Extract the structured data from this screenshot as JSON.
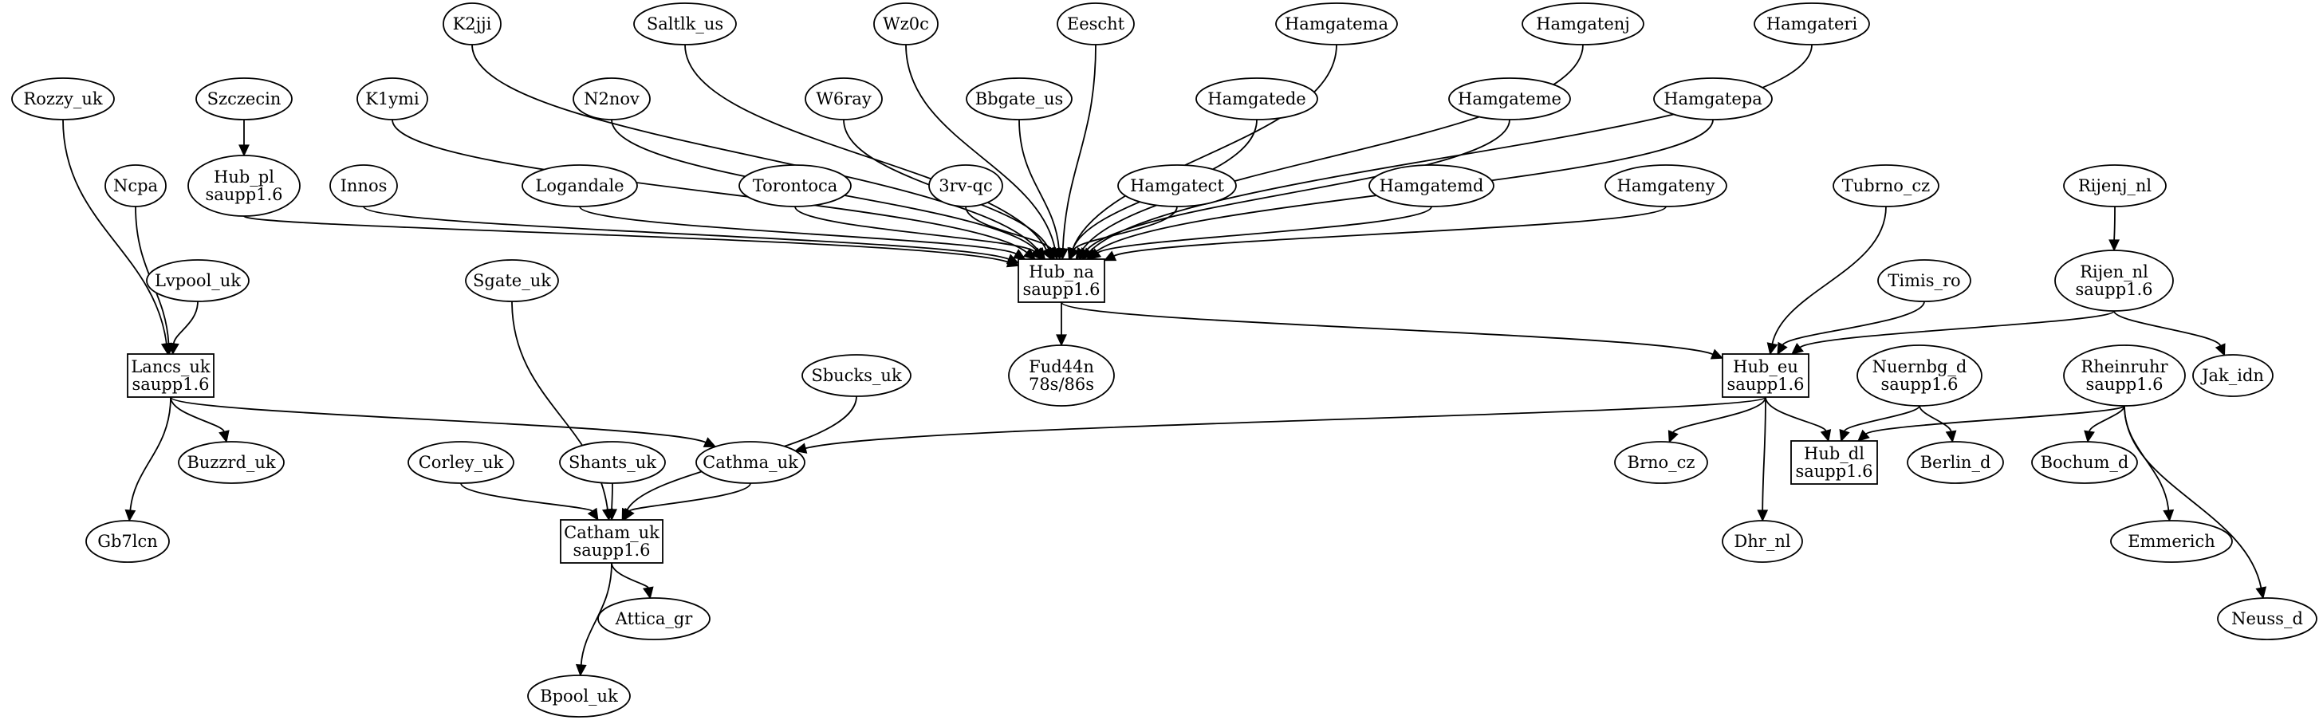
{
  "diagram": {
    "nodes": [
      {
        "id": "K2jji",
        "lines": [
          "K2jji"
        ],
        "shape": "ellipse"
      },
      {
        "id": "Saltlk_us",
        "lines": [
          "Saltlk_us"
        ],
        "shape": "ellipse"
      },
      {
        "id": "Wz0c",
        "lines": [
          "Wz0c"
        ],
        "shape": "ellipse"
      },
      {
        "id": "Eescht",
        "lines": [
          "Eescht"
        ],
        "shape": "ellipse"
      },
      {
        "id": "Hamgatema",
        "lines": [
          "Hamgatema"
        ],
        "shape": "ellipse"
      },
      {
        "id": "Hamgatenj",
        "lines": [
          "Hamgatenj"
        ],
        "shape": "ellipse"
      },
      {
        "id": "Hamgateri",
        "lines": [
          "Hamgateri"
        ],
        "shape": "ellipse"
      },
      {
        "id": "Rozzy_uk",
        "lines": [
          "Rozzy_uk"
        ],
        "shape": "ellipse"
      },
      {
        "id": "Szczecin",
        "lines": [
          "Szczecin"
        ],
        "shape": "ellipse"
      },
      {
        "id": "K1ymi",
        "lines": [
          "K1ymi"
        ],
        "shape": "ellipse"
      },
      {
        "id": "N2nov",
        "lines": [
          "N2nov"
        ],
        "shape": "ellipse"
      },
      {
        "id": "W6ray",
        "lines": [
          "W6ray"
        ],
        "shape": "ellipse"
      },
      {
        "id": "Bbgate_us",
        "lines": [
          "Bbgate_us"
        ],
        "shape": "ellipse"
      },
      {
        "id": "Hamgatede",
        "lines": [
          "Hamgatede"
        ],
        "shape": "ellipse"
      },
      {
        "id": "Hamgateme",
        "lines": [
          "Hamgateme"
        ],
        "shape": "ellipse"
      },
      {
        "id": "Hamgatepa",
        "lines": [
          "Hamgatepa"
        ],
        "shape": "ellipse"
      },
      {
        "id": "Ncpa",
        "lines": [
          "Ncpa"
        ],
        "shape": "ellipse"
      },
      {
        "id": "Hub_pl",
        "lines": [
          "Hub_pl",
          "saupp1.6"
        ],
        "shape": "ellipse"
      },
      {
        "id": "Innos",
        "lines": [
          "Innos"
        ],
        "shape": "ellipse"
      },
      {
        "id": "Logandale",
        "lines": [
          "Logandale"
        ],
        "shape": "ellipse"
      },
      {
        "id": "Torontoca",
        "lines": [
          "Torontoca"
        ],
        "shape": "ellipse"
      },
      {
        "id": "3rv-qc",
        "lines": [
          "3rv-qc"
        ],
        "shape": "ellipse"
      },
      {
        "id": "Hamgatect",
        "lines": [
          "Hamgatect"
        ],
        "shape": "ellipse"
      },
      {
        "id": "Hamgatemd",
        "lines": [
          "Hamgatemd"
        ],
        "shape": "ellipse"
      },
      {
        "id": "Hamgateny",
        "lines": [
          "Hamgateny"
        ],
        "shape": "ellipse"
      },
      {
        "id": "Tubrno_cz",
        "lines": [
          "Tubrno_cz"
        ],
        "shape": "ellipse"
      },
      {
        "id": "Rijenj_nl",
        "lines": [
          "Rijenj_nl"
        ],
        "shape": "ellipse"
      },
      {
        "id": "Hub_na",
        "lines": [
          "Hub_na",
          "saupp1.6"
        ],
        "shape": "box"
      },
      {
        "id": "Lvpool_uk",
        "lines": [
          "Lvpool_uk"
        ],
        "shape": "ellipse"
      },
      {
        "id": "Sgate_uk",
        "lines": [
          "Sgate_uk"
        ],
        "shape": "ellipse"
      },
      {
        "id": "Timis_ro",
        "lines": [
          "Timis_ro"
        ],
        "shape": "ellipse"
      },
      {
        "id": "Rijen_nl",
        "lines": [
          "Rijen_nl",
          "saupp1.6"
        ],
        "shape": "ellipse"
      },
      {
        "id": "Lancs_uk",
        "lines": [
          "Lancs_uk",
          "saupp1.6"
        ],
        "shape": "box"
      },
      {
        "id": "Fud44n",
        "lines": [
          "Fud44n",
          "78s/86s"
        ],
        "shape": "ellipse"
      },
      {
        "id": "Sbucks_uk",
        "lines": [
          "Sbucks_uk"
        ],
        "shape": "ellipse"
      },
      {
        "id": "Hub_eu",
        "lines": [
          "Hub_eu",
          "saupp1.6"
        ],
        "shape": "box"
      },
      {
        "id": "Nuernbg_d",
        "lines": [
          "Nuernbg_d",
          "saupp1.6"
        ],
        "shape": "ellipse"
      },
      {
        "id": "Rheinruhr",
        "lines": [
          "Rheinruhr",
          "saupp1.6"
        ],
        "shape": "ellipse"
      },
      {
        "id": "Jak_idn",
        "lines": [
          "Jak_idn"
        ],
        "shape": "ellipse"
      },
      {
        "id": "Buzzrd_uk",
        "lines": [
          "Buzzrd_uk"
        ],
        "shape": "ellipse"
      },
      {
        "id": "Corley_uk",
        "lines": [
          "Corley_uk"
        ],
        "shape": "ellipse"
      },
      {
        "id": "Shants_uk",
        "lines": [
          "Shants_uk"
        ],
        "shape": "ellipse"
      },
      {
        "id": "Cathma_uk",
        "lines": [
          "Cathma_uk"
        ],
        "shape": "ellipse"
      },
      {
        "id": "Brno_cz",
        "lines": [
          "Brno_cz"
        ],
        "shape": "ellipse"
      },
      {
        "id": "Hub_dl",
        "lines": [
          "Hub_dl",
          "saupp1.6"
        ],
        "shape": "box"
      },
      {
        "id": "Berlin_d",
        "lines": [
          "Berlin_d"
        ],
        "shape": "ellipse"
      },
      {
        "id": "Bochum_d",
        "lines": [
          "Bochum_d"
        ],
        "shape": "ellipse"
      },
      {
        "id": "Gb7lcn",
        "lines": [
          "Gb7lcn"
        ],
        "shape": "ellipse"
      },
      {
        "id": "Catham_uk",
        "lines": [
          "Catham_uk",
          "saupp1.6"
        ],
        "shape": "box"
      },
      {
        "id": "Dhr_nl",
        "lines": [
          "Dhr_nl"
        ],
        "shape": "ellipse"
      },
      {
        "id": "Emmerich",
        "lines": [
          "Emmerich"
        ],
        "shape": "ellipse"
      },
      {
        "id": "Attica_gr",
        "lines": [
          "Attica_gr"
        ],
        "shape": "ellipse"
      },
      {
        "id": "Neuss_d",
        "lines": [
          "Neuss_d"
        ],
        "shape": "ellipse"
      },
      {
        "id": "Bpool_uk",
        "lines": [
          "Bpool_uk"
        ],
        "shape": "ellipse"
      }
    ],
    "edges": [
      {
        "from": "K2jji",
        "to": "Hub_na"
      },
      {
        "from": "Saltlk_us",
        "to": "Hub_na"
      },
      {
        "from": "Wz0c",
        "to": "Hub_na"
      },
      {
        "from": "Eescht",
        "to": "Hub_na"
      },
      {
        "from": "Hamgatema",
        "to": "Hub_na"
      },
      {
        "from": "Hamgatenj",
        "to": "Hub_na"
      },
      {
        "from": "Hamgateri",
        "to": "Hub_na"
      },
      {
        "from": "K1ymi",
        "to": "Hub_na"
      },
      {
        "from": "N2nov",
        "to": "Hub_na"
      },
      {
        "from": "W6ray",
        "to": "Hub_na"
      },
      {
        "from": "Bbgate_us",
        "to": "Hub_na"
      },
      {
        "from": "Hamgatede",
        "to": "Hub_na"
      },
      {
        "from": "Hamgateme",
        "to": "Hub_na"
      },
      {
        "from": "Hamgatepa",
        "to": "Hub_na"
      },
      {
        "from": "Hub_pl",
        "to": "Hub_na"
      },
      {
        "from": "Innos",
        "to": "Hub_na"
      },
      {
        "from": "Logandale",
        "to": "Hub_na"
      },
      {
        "from": "Torontoca",
        "to": "Hub_na"
      },
      {
        "from": "3rv-qc",
        "to": "Hub_na"
      },
      {
        "from": "Hamgatect",
        "to": "Hub_na"
      },
      {
        "from": "Hamgatemd",
        "to": "Hub_na"
      },
      {
        "from": "Hamgateny",
        "to": "Hub_na"
      },
      {
        "from": "Szczecin",
        "to": "Hub_pl"
      },
      {
        "from": "Rozzy_uk",
        "to": "Lancs_uk"
      },
      {
        "from": "Ncpa",
        "to": "Lancs_uk"
      },
      {
        "from": "Lvpool_uk",
        "to": "Lancs_uk"
      },
      {
        "from": "Hub_na",
        "to": "Fud44n"
      },
      {
        "from": "Hub_na",
        "to": "Hub_eu"
      },
      {
        "from": "Tubrno_cz",
        "to": "Hub_eu"
      },
      {
        "from": "Timis_ro",
        "to": "Hub_eu"
      },
      {
        "from": "Rijen_nl",
        "to": "Hub_eu"
      },
      {
        "from": "Rijenj_nl",
        "to": "Rijen_nl"
      },
      {
        "from": "Rijen_nl",
        "to": "Jak_idn"
      },
      {
        "from": "Lancs_uk",
        "to": "Buzzrd_uk"
      },
      {
        "from": "Lancs_uk",
        "to": "Gb7lcn"
      },
      {
        "from": "Lancs_uk",
        "to": "Cathma_uk"
      },
      {
        "from": "Hub_eu",
        "to": "Cathma_uk"
      },
      {
        "from": "Hub_eu",
        "to": "Brno_cz"
      },
      {
        "from": "Hub_eu",
        "to": "Dhr_nl"
      },
      {
        "from": "Hub_eu",
        "to": "Hub_dl"
      },
      {
        "from": "Nuernbg_d",
        "to": "Hub_dl"
      },
      {
        "from": "Nuernbg_d",
        "to": "Berlin_d"
      },
      {
        "from": "Rheinruhr",
        "to": "Hub_dl"
      },
      {
        "from": "Rheinruhr",
        "to": "Bochum_d"
      },
      {
        "from": "Rheinruhr",
        "to": "Emmerich"
      },
      {
        "from": "Rheinruhr",
        "to": "Neuss_d"
      },
      {
        "from": "Sgate_uk",
        "to": "Catham_uk"
      },
      {
        "from": "Sbucks_uk",
        "to": "Catham_uk"
      },
      {
        "from": "Corley_uk",
        "to": "Catham_uk"
      },
      {
        "from": "Shants_uk",
        "to": "Catham_uk"
      },
      {
        "from": "Cathma_uk",
        "to": "Catham_uk"
      },
      {
        "from": "Catham_uk",
        "to": "Attica_gr"
      },
      {
        "from": "Catham_uk",
        "to": "Bpool_uk"
      }
    ]
  }
}
